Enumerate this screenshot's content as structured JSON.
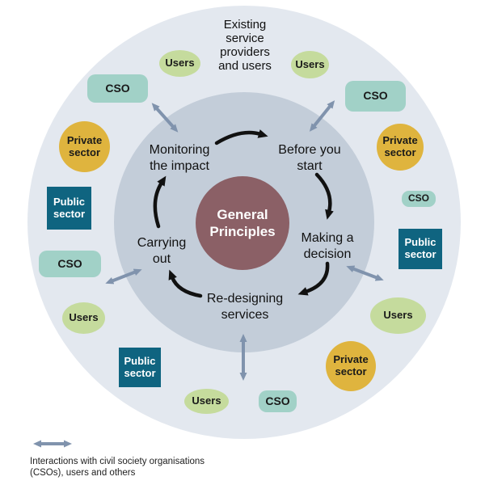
{
  "header": {
    "lines": [
      "Existing",
      "service",
      "providers",
      "and users"
    ]
  },
  "center": {
    "lines": [
      "General",
      "Principles"
    ]
  },
  "stages": [
    {
      "name": "monitoring-the-impact",
      "lines": [
        "Monitoring",
        "the impact"
      ]
    },
    {
      "name": "before-you-start",
      "lines": [
        "Before you",
        "start"
      ]
    },
    {
      "name": "making-a-decision",
      "lines": [
        "Making a",
        "decision"
      ]
    },
    {
      "name": "re-designing-services",
      "lines": [
        "Re-designing",
        "services"
      ]
    },
    {
      "name": "carrying-out",
      "lines": [
        "Carrying",
        "out"
      ]
    }
  ],
  "badges": [
    {
      "type": "users",
      "label": "Users"
    },
    {
      "type": "users",
      "label": "Users"
    },
    {
      "type": "cso",
      "label": "CSO"
    },
    {
      "type": "cso",
      "label": "CSO"
    },
    {
      "type": "private-sector",
      "label": "Private sector"
    },
    {
      "type": "private-sector",
      "label": "Private sector"
    },
    {
      "type": "public-sector",
      "label": "Public sector"
    },
    {
      "type": "cso",
      "label": "CSO"
    },
    {
      "type": "public-sector",
      "label": "Public sector"
    },
    {
      "type": "cso",
      "label": "CSO"
    },
    {
      "type": "users",
      "label": "Users"
    },
    {
      "type": "users",
      "label": "Users"
    },
    {
      "type": "private-sector",
      "label": "Private sector"
    },
    {
      "type": "public-sector",
      "label": "Public sector"
    },
    {
      "type": "users",
      "label": "Users"
    },
    {
      "type": "cso",
      "label": "CSO"
    }
  ],
  "legend": {
    "lines": [
      "Interactions with civil society organisations",
      "(CSOs), users and others"
    ]
  },
  "colors": {
    "outer_ring": "#e3e8ef",
    "inner_ring": "#c3cdd9",
    "center_circle": "#8b6066",
    "users": "#c5db9d",
    "cso": "#a1d1c7",
    "private_sector": "#dfb43e",
    "public_sector": "#0f6480",
    "interaction_arrow": "#8093ad",
    "cycle_arrow": "#111111"
  },
  "icons": {
    "cycle_arrow": "curved-black-arrow",
    "interaction_arrow": "double-headed-gray-arrow"
  }
}
